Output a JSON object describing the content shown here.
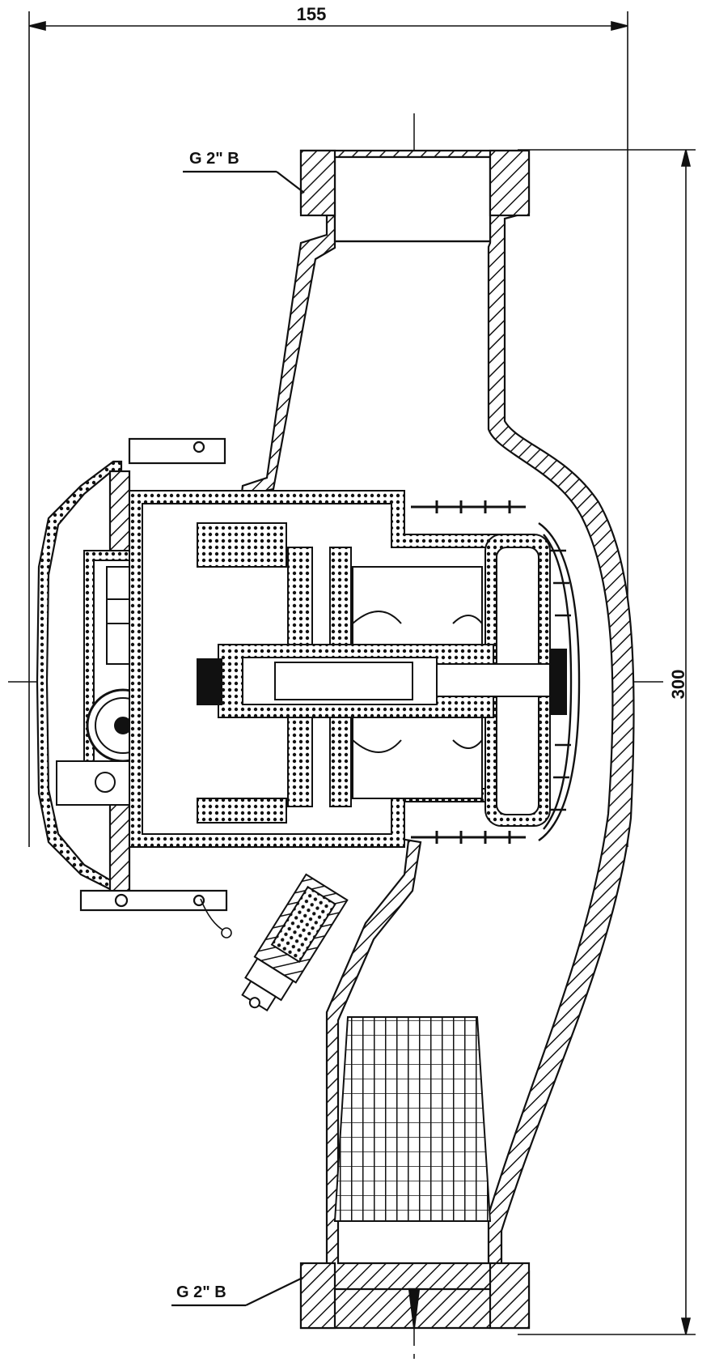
{
  "dimensions": {
    "width_label": "155",
    "height_label": "300"
  },
  "callouts": {
    "top_thread": "G 2\" B",
    "bottom_thread": "G 2\" B"
  },
  "colors": {
    "line": "#111111",
    "background": "#ffffff"
  }
}
